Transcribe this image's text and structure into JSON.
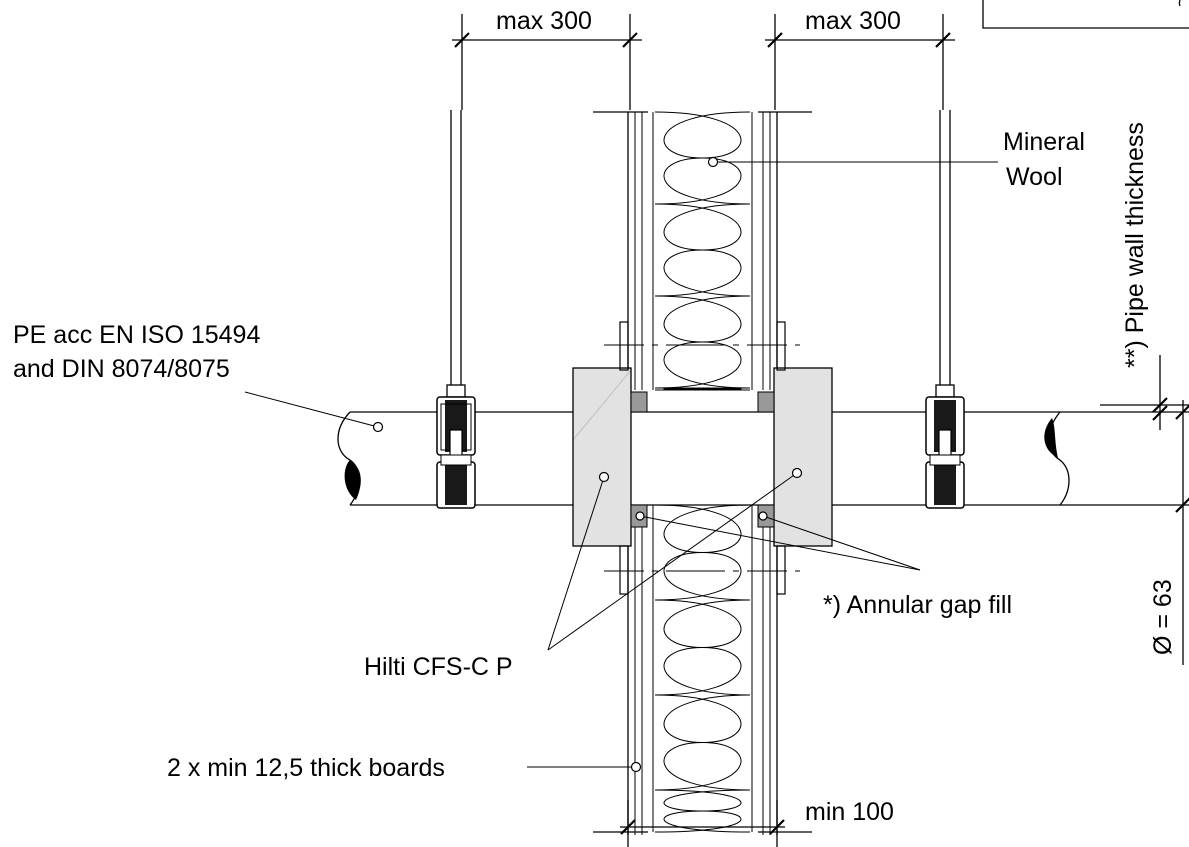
{
  "labels": {
    "max_left": "max 300",
    "max_right": "max 300",
    "mineral_wool_line1": "Mineral",
    "mineral_wool_line2": "Wool",
    "pipe_wall": "**) Pipe wall thickness",
    "pe_line1": "PE acc EN ISO 15494",
    "pe_line2": "and DIN 8074/8075",
    "annular_gap": "*) Annular gap fill",
    "diameter": "Ø = 63",
    "hilti": "Hilti CFS-C P",
    "boards": "2 x min 12,5 thick boards",
    "min_100": "min 100"
  },
  "colors": {
    "collar_fill": "#e2e2e2",
    "gap_fill": "#999999",
    "line": "#000000"
  }
}
